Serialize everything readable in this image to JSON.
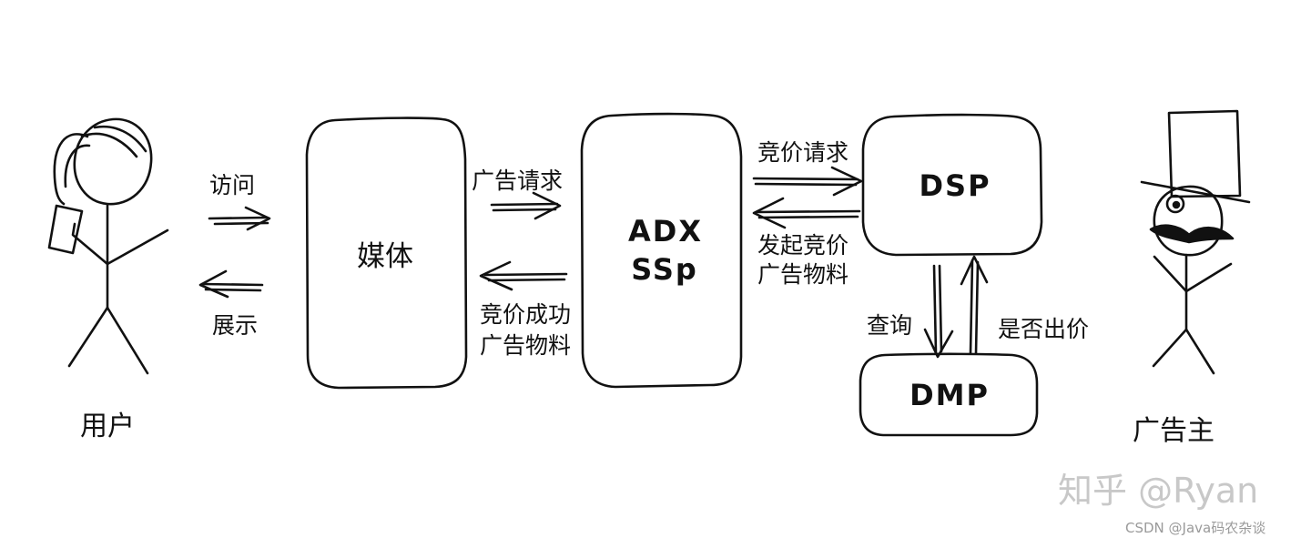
{
  "diagram": {
    "actors": {
      "user": {
        "label": "用户"
      },
      "advertiser": {
        "label": "广告主"
      }
    },
    "nodes": {
      "media": {
        "label": "媒体"
      },
      "adx_ssp": {
        "line1": "ADX",
        "line2": "SSp"
      },
      "dsp": {
        "label": "DSP"
      },
      "dmp": {
        "label": "DMP"
      }
    },
    "edges": {
      "visit": "访问",
      "display": "展示",
      "ad_request": "广告请求",
      "bid_success_line1": "竞价成功",
      "bid_success_line2": "广告物料",
      "bid_request": "竞价请求",
      "bid_reply_line1": "发起竞价",
      "bid_reply_line2": "广告物料",
      "query": "查询",
      "whether_bid": "是否出价"
    }
  },
  "watermarks": {
    "zhihu": "知乎 @Ryan",
    "csdn": "CSDN @Java码农杂谈"
  },
  "colors": {
    "ink": "#111111",
    "watermark_zhihu": "#c8c8c8",
    "watermark_csdn": "#9a9a9a"
  }
}
